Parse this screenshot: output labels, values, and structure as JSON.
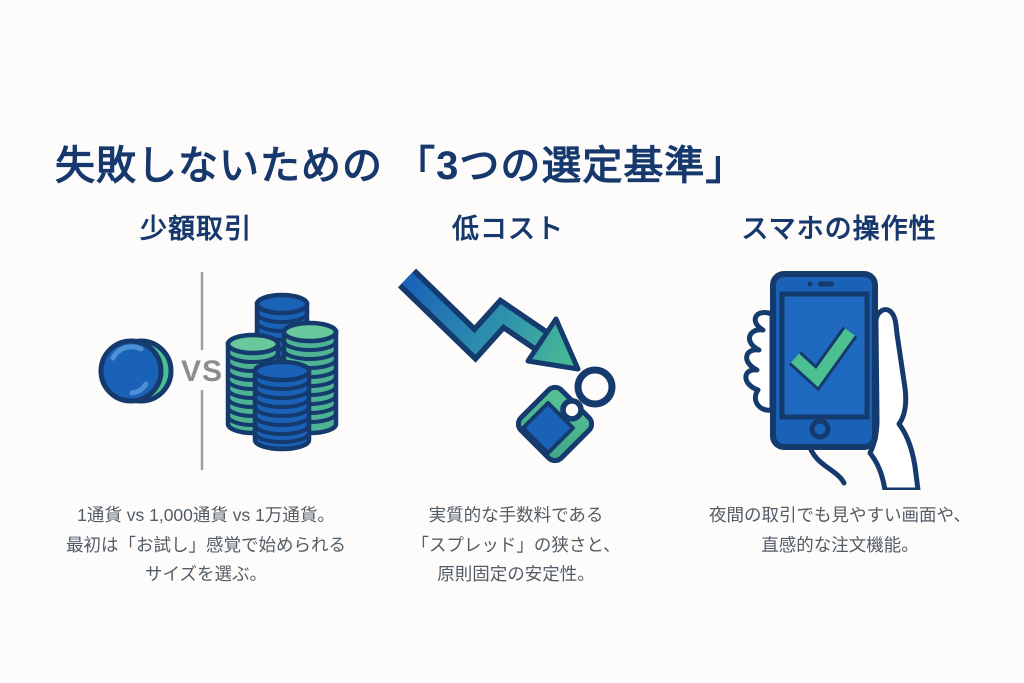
{
  "title": "失敗しないための 「3つの選定基準」",
  "columns": [
    {
      "header": "少額取引",
      "icon": "single-coin-vs-coin-stacks-illustration",
      "vs_label": "VS",
      "desc_lines": [
        "1通貨 vs 1,000通貨 vs 1万通貨。",
        "最初は「お試し」感覚で始められる",
        "サイズを選ぶ。"
      ]
    },
    {
      "header": "低コスト",
      "icon": "declining-arrow-price-tag-illustration",
      "desc_lines": [
        "実質的な手数料である",
        "「スプレッド」の狭さと、",
        "原則固定の安定性。"
      ]
    },
    {
      "header": "スマホの操作性",
      "icon": "hand-holding-smartphone-check-illustration",
      "desc_lines": [
        "夜間の取引でも見やすい画面や、",
        "直感的な注文機能。"
      ]
    }
  ],
  "colors": {
    "title_navy": "#16386d",
    "outline_navy": "#153a6e",
    "fill_blue": "#1a62b8",
    "teal_body": "#4db393",
    "green_top": "#68c79c",
    "check_green": "#4cc091",
    "vs_gray": "#8d8d8d",
    "desc_gray": "#525c66",
    "background": "#fdfcfa"
  }
}
